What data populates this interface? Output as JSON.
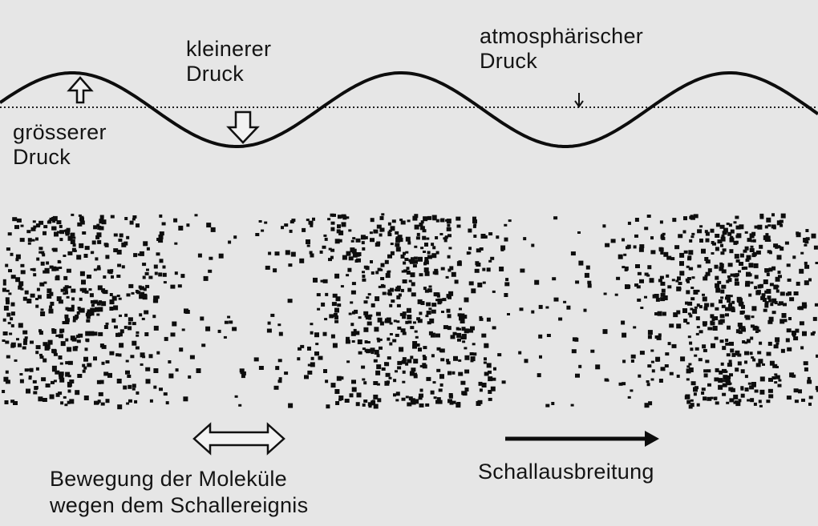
{
  "labels": {
    "lower_pressure": [
      "kleinerer",
      "Druck"
    ],
    "atmospheric_pressure": [
      "atmosphärischer",
      "Druck"
    ],
    "higher_pressure": [
      "grösserer",
      "Druck"
    ],
    "molecule_motion": [
      "Bewegung der Moleküle",
      "wegen dem Schallereignis"
    ],
    "propagation": "Schallausbreitung"
  },
  "colors": {
    "background": "#e6e6e6",
    "ink": "#111111"
  },
  "icons": {
    "pressure_up": "hollow-arrow-up-icon",
    "pressure_down": "hollow-arrow-down-icon",
    "atmospheric_marker": "small-arrow-down-icon",
    "molecule_motion": "double-headed-hollow-arrow-icon",
    "propagation": "arrow-right-icon"
  }
}
